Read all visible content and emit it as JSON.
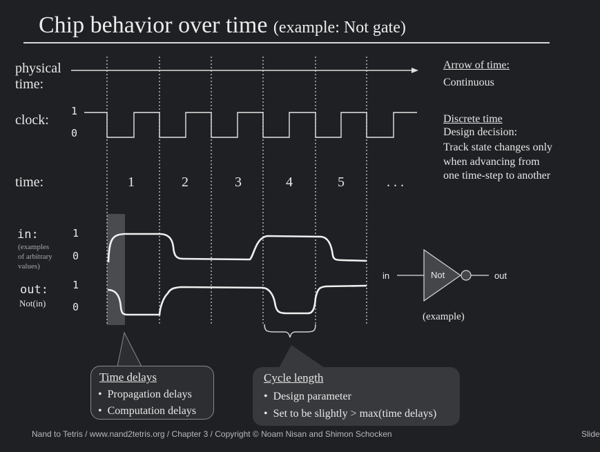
{
  "title": {
    "main": "Chip behavior over time",
    "sub": "(example: Not gate)"
  },
  "labels": {
    "physical_time": "physical",
    "physical_time_2": "time:",
    "clock": "clock:",
    "clock_one": "1",
    "clock_zero": "0",
    "time": "time:",
    "in": "in:",
    "in_note_1": "(examples",
    "in_note_2": "of arbitrary",
    "in_note_3": "values)",
    "in_one": "1",
    "in_zero": "0",
    "out": "out:",
    "out_note": "Not(in)",
    "out_one": "1",
    "out_zero": "0"
  },
  "time_steps": [
    "1",
    "2",
    "3",
    "4",
    "5",
    ". . ."
  ],
  "arrow_of_time": {
    "heading": "Arrow of time:",
    "text": "Continuous"
  },
  "discrete_time": {
    "heading": "Discrete time",
    "lines": [
      "Design decision:",
      "Track state changes only",
      "when advancing from",
      "one time-step to another"
    ]
  },
  "gate": {
    "in": "in",
    "name": "Not",
    "out": "out",
    "caption": "(example)"
  },
  "time_delays": {
    "heading": "Time delays",
    "items": [
      "Propagation delays",
      "Computation delays"
    ]
  },
  "cycle_length": {
    "heading": "Cycle length",
    "items": [
      "Design parameter",
      "Set to be slightly > max(time delays)"
    ]
  },
  "footer": "Nand to Tetris / www.nand2tetris.org / Chapter 3 / Copyright © Noam Nisan and Shimon Schocken",
  "slide_no": "Slide"
}
